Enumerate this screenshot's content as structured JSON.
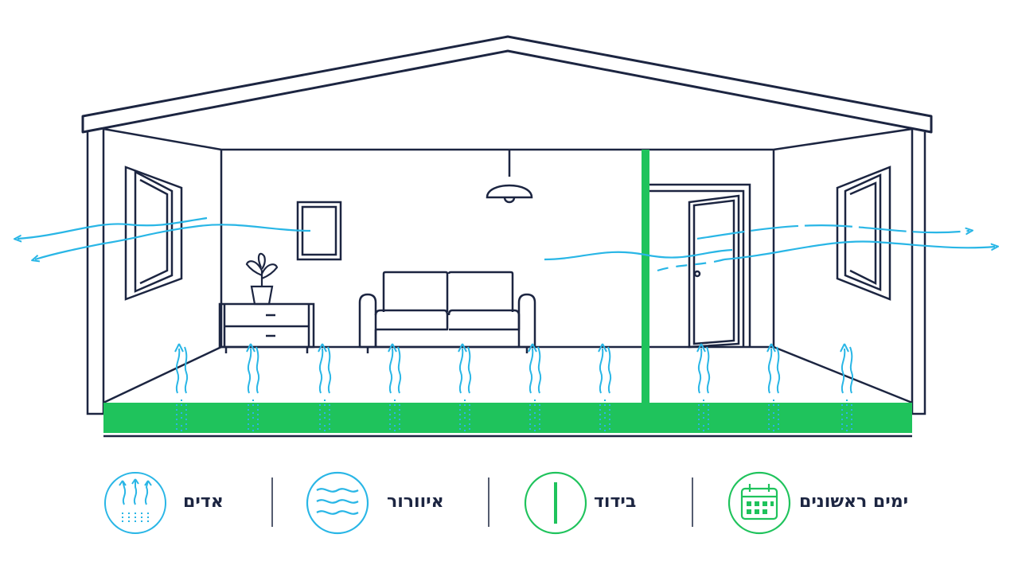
{
  "colors": {
    "outline": "#1c2541",
    "airflow": "#29b6e6",
    "insulation": "#1fc35c",
    "background": "#ffffff"
  },
  "legend": [
    {
      "key": "days",
      "label": "ימים ראשונים",
      "icon": "calendar-icon",
      "color": "#1fc35c"
    },
    {
      "key": "insulation",
      "label": "בידוד",
      "icon": "vertical-bar-icon",
      "color": "#1fc35c"
    },
    {
      "key": "ventilation",
      "label": "איוורור",
      "icon": "wind-waves-icon",
      "color": "#29b6e6"
    },
    {
      "key": "evaporation",
      "label": "אדים",
      "icon": "rising-vapor-icon",
      "color": "#29b6e6"
    }
  ]
}
